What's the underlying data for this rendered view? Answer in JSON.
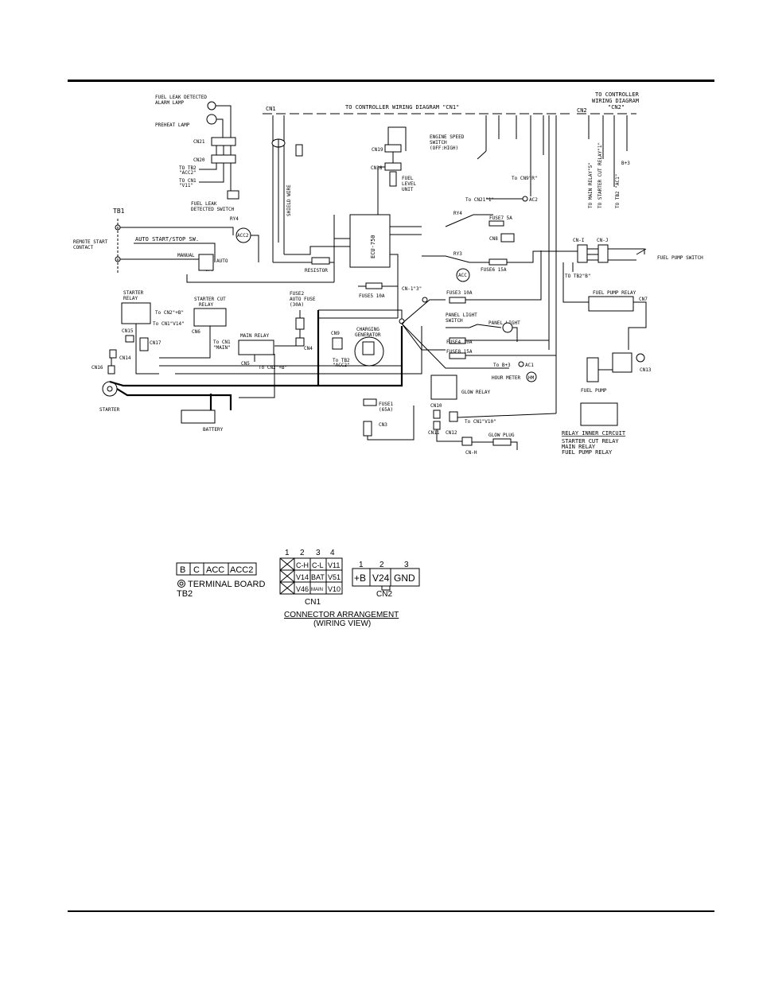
{
  "top_header": {
    "to_controller_cn1": "TO CONTROLLER WIRING DIAGRAM \"CN1\"",
    "cn1_label": "CN1",
    "cn2_label": "CN2",
    "to_controller_cn2_line1": "TO CONTROLLER",
    "to_controller_cn2_line2": "WIRING DIAGRAM",
    "to_controller_cn2_line3": "\"CN2\""
  },
  "upper_left": {
    "fuel_leak_lamp_1": "FUEL LEAK DETECTED",
    "fuel_leak_lamp_2": "ALARM LAMP",
    "preheat_lamp": "PREHEAT LAMP",
    "cn21": "CN21",
    "cn20": "CN20",
    "to_tb2_acc2_1": "TO TB2",
    "to_tb2_acc2_2": "\"ACC2\"",
    "to_cn1_v11_1": "TO CN1",
    "to_cn1_v11_2": "\"V11\"",
    "fuel_leak_switch_1": "FUEL LEAK",
    "fuel_leak_switch_2": "DETECTED SWITCH",
    "tb1": "TB1",
    "remote_start_1": "REMOTE START",
    "remote_start_2": "CONTACT",
    "auto_start_stop": "AUTO START/STOP SW.",
    "manual": "MANUAL",
    "auto": "AUTO",
    "off": "OFF",
    "ry4_top": "RY4",
    "acc2": "ACC2",
    "shield_wire": "SHIELD WIRE",
    "resistor": "RESISTOR",
    "ecu": "ECU-750"
  },
  "center": {
    "cn19": "CN19",
    "cn18": "CN18",
    "fuel_level_1": "FUEL",
    "fuel_level_2": "LEVEL",
    "fuel_level_3": "UNIT",
    "engine_speed_1": "ENGINE SPEED",
    "engine_speed_2": "SWITCH",
    "engine_speed_3": "(OFF:HIGH)",
    "ry4": "RY4",
    "ry3": "RY3",
    "fuse7": "FUSE7 5A",
    "fuse6": "FUSE6 15A",
    "fuse5": "FUSE5 10A",
    "fuse3": "FUSE3 10A",
    "fuse4": "FUSE4 10A",
    "fuse8": "FUSE8 15A",
    "cn8": "CN8",
    "acc": "ACC",
    "ac2": "AC2",
    "ac1": "AC1",
    "to_cn21_1": "To CN21\"1\"",
    "to_cn9_r": "To CN9\"R\"",
    "to_b3": "To B+3",
    "cn1_v3": "CN-1\"3\"",
    "panel_light_switch_1": "PANEL LIGHT",
    "panel_light_switch_2": "SWITCH",
    "panel_light": "PANEL LIGHT",
    "hour_meter": "HOUR METER",
    "glow_relay": "GLOW RELAY",
    "glow_plug": "GLOW PLUG",
    "charging_gen_1": "CHARGING",
    "charging_gen_2": "GENERATOR",
    "cn9": "CN9",
    "to_tb2_acc2_b_1": "To TB2",
    "to_tb2_acc2_b_2": "\"ACC2\"",
    "fuse2_1": "FUSE2",
    "fuse2_2": "AUTO FUSE",
    "fuse2_3": "(30A)",
    "cn4": "CN4",
    "fuse1_1": "FUSE1",
    "fuse1_2": "(65A)",
    "cn3": "CN3",
    "cn10": "CN10",
    "cn11": "CN11",
    "cn12": "CN12",
    "cn_h": "CN-H",
    "to_cn1_v10": "To CN1\"V10\"",
    "hm": "HM"
  },
  "lower_left": {
    "starter_relay_1": "STARTER",
    "starter_relay_2": "RELAY",
    "starter_cut_relay_1": "STARTER CUT",
    "starter_cut_relay_2": "RELAY",
    "to_cn2_b": "To CN2\"+B\"",
    "to_cn1_v14": "To CN1\"V14\"",
    "cn6": "CN6",
    "cn15": "CN15",
    "cn14": "CN14",
    "cn16": "CN16",
    "cn17": "CN17",
    "main_relay": "MAIN RELAY",
    "to_cn1_main_1": "To CN1",
    "to_cn1_main_2": "\"MAIN\"",
    "cn5": "CN5",
    "to_cn2_b2": "To CN2\"+B\"",
    "starter": "STARTER",
    "battery": "BATTERY"
  },
  "right": {
    "cn_i": "CN-I",
    "cn_j": "CN-J",
    "to_tb2_b": "TO TB2\"B\"",
    "fuel_pump_switch": "FUEL PUMP SWITCH",
    "fuel_pump_relay": "FUEL PUMP RELAY",
    "cn7": "CN7",
    "fuel_pump": "FUEL PUMP",
    "cn13": "CN13",
    "relay_inner_circuit": "RELAY INNER CIRCUIT",
    "relay_list_1": "STARTER CUT RELAY",
    "relay_list_2": "MAIN RELAY",
    "relay_list_3": "FUEL PUMP RELAY",
    "to_main_relay_5": "TO MAIN RELAY\"5\"",
    "to_starter_cut_relay_1": "TO STARTER CUT RELAY\"1\"",
    "to_tb2_ac1": "TO TB2 \"AC1\"",
    "b3": "B+3"
  },
  "terminal_board": {
    "cells": [
      "B",
      "C",
      "ACC",
      "ACC2"
    ],
    "title": "TERMINAL BOARD",
    "id": "TB2"
  },
  "cn1_connector": {
    "pins": [
      "1",
      "2",
      "3",
      "4"
    ],
    "rows": [
      [
        "",
        "C-H",
        "C-L",
        "V11"
      ],
      [
        "",
        "V14",
        "BAT",
        "V51"
      ],
      [
        "",
        "V46",
        "MAIN",
        "V10"
      ]
    ],
    "label": "CN1"
  },
  "cn2_connector": {
    "pins": [
      "1",
      "2",
      "3"
    ],
    "cells": [
      "+B",
      "V24",
      "GND"
    ],
    "label": "CN2"
  },
  "connector_caption": {
    "line1": "CONNECTOR ARRANGEMENT",
    "line2": "(WIRING VIEW)"
  }
}
